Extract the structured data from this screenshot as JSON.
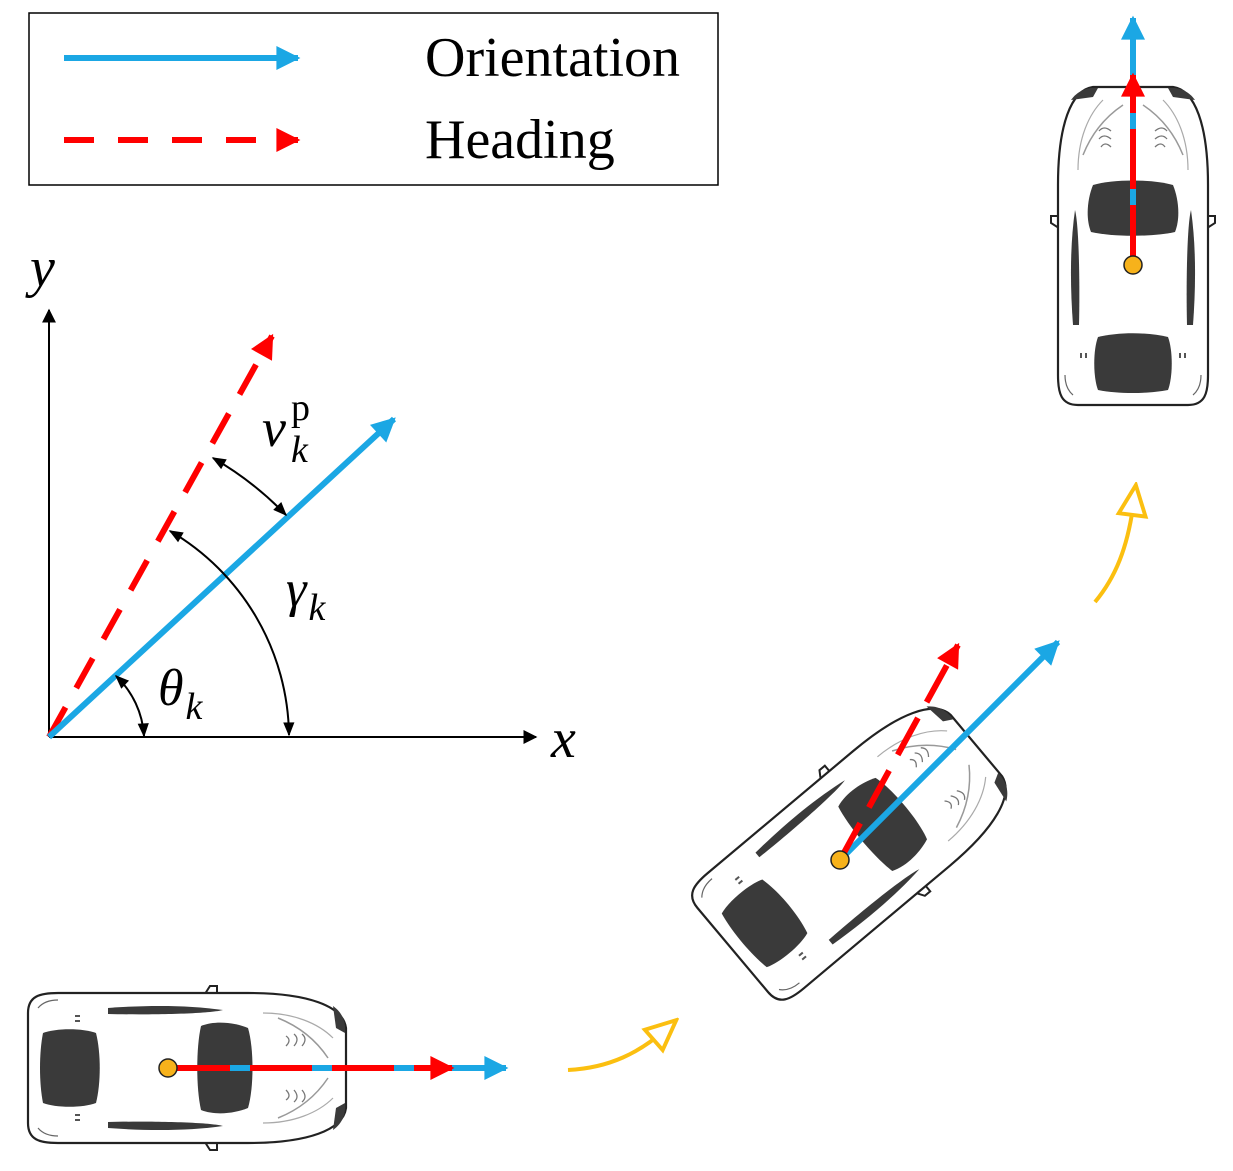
{
  "legend": {
    "items": [
      {
        "label": "Orientation",
        "style": "solid",
        "color": "#1ba7e4"
      },
      {
        "label": "Heading",
        "style": "dashed",
        "color": "#ff0000"
      }
    ]
  },
  "axes": {
    "x_label": "x",
    "y_label": "y"
  },
  "angles": {
    "theta": {
      "symbol": "θ",
      "subscript": "k"
    },
    "gamma": {
      "symbol": "γ",
      "subscript": "k"
    },
    "v": {
      "symbol": "v",
      "subscript": "k",
      "superscript": "p"
    }
  },
  "colors": {
    "orientation": "#1ba7e4",
    "heading": "#ff0000",
    "trajectory": "#fbbf10",
    "center_dot": "#f7b21b",
    "car_dark": "#3a3a3a",
    "axis": "#000000"
  },
  "icons": [
    "car-top-view-icon",
    "trajectory-arrow-icon"
  ]
}
